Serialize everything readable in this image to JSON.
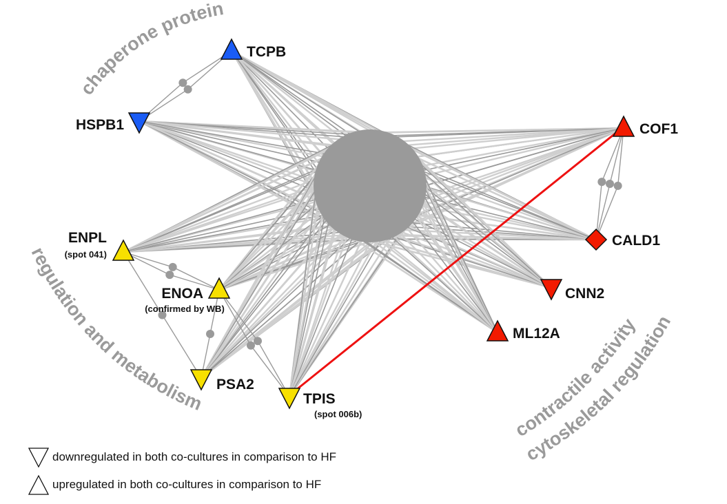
{
  "colors": {
    "chaperone": "#1a5cf5",
    "metabolism": "#f7e000",
    "cytoskeletal": "#f21a00",
    "edge_dark": "#9a9a9a",
    "edge_light": "#cfcfcf",
    "highlight_edge": "#ee1111",
    "hub": "#9a9a9a",
    "category_text": "#9a9a9a"
  },
  "categories": [
    {
      "id": "chaperone",
      "label": "chaperone proteins"
    },
    {
      "id": "metabolism",
      "label": "regulation and metabolism"
    },
    {
      "id": "contractile",
      "label": "contractile activity"
    },
    {
      "id": "cytoskeletal",
      "label": "cytoskeletal regulation"
    }
  ],
  "nodes": [
    {
      "id": "TCPB",
      "label": "TCPB",
      "sub": "",
      "shape": "up",
      "group": "chaperone"
    },
    {
      "id": "HSPB1",
      "label": "HSPB1",
      "sub": "",
      "shape": "down",
      "group": "chaperone"
    },
    {
      "id": "ENPL",
      "label": "ENPL",
      "sub": "(spot 041)",
      "shape": "up",
      "group": "metabolism"
    },
    {
      "id": "ENOA",
      "label": "ENOA",
      "sub": "(confirmed by WB)",
      "shape": "up",
      "group": "metabolism"
    },
    {
      "id": "PSA2",
      "label": "PSA2",
      "sub": "",
      "shape": "down",
      "group": "metabolism"
    },
    {
      "id": "TPIS",
      "label": "TPIS",
      "sub": "(spot 006b)",
      "shape": "down",
      "group": "metabolism"
    },
    {
      "id": "COF1",
      "label": "COF1",
      "sub": "",
      "shape": "up",
      "group": "cytoskeletal"
    },
    {
      "id": "CALD1",
      "label": "CALD1",
      "sub": "",
      "shape": "diamond",
      "group": "cytoskeletal"
    },
    {
      "id": "CNN2",
      "label": "CNN2",
      "sub": "",
      "shape": "down",
      "group": "cytoskeletal"
    },
    {
      "id": "ML12A",
      "label": "ML12A",
      "sub": "",
      "shape": "up",
      "group": "cytoskeletal"
    }
  ],
  "hub_links": [
    "TCPB",
    "HSPB1",
    "ENPL",
    "ENOA",
    "PSA2",
    "TPIS",
    "COF1",
    "CALD1",
    "CNN2",
    "ML12A"
  ],
  "direct_links": [
    {
      "from": "TCPB",
      "to": "HSPB1",
      "via_nodes": 2
    },
    {
      "from": "COF1",
      "to": "CALD1",
      "via_nodes": 3
    },
    {
      "from": "ENPL",
      "to": "ENOA",
      "via_nodes": 2
    },
    {
      "from": "ENPL",
      "to": "PSA2",
      "via_nodes": 1
    },
    {
      "from": "ENOA",
      "to": "PSA2",
      "via_nodes": 1
    },
    {
      "from": "ENOA",
      "to": "TPIS",
      "via_nodes": 2
    }
  ],
  "highlight_link": {
    "from": "TPIS",
    "to": "COF1"
  },
  "legend": [
    {
      "shape": "down",
      "text": "downregulated in both co-cultures in comparison to HF"
    },
    {
      "shape": "up",
      "text": "upregulated in both co-cultures in comparison to HF"
    }
  ]
}
